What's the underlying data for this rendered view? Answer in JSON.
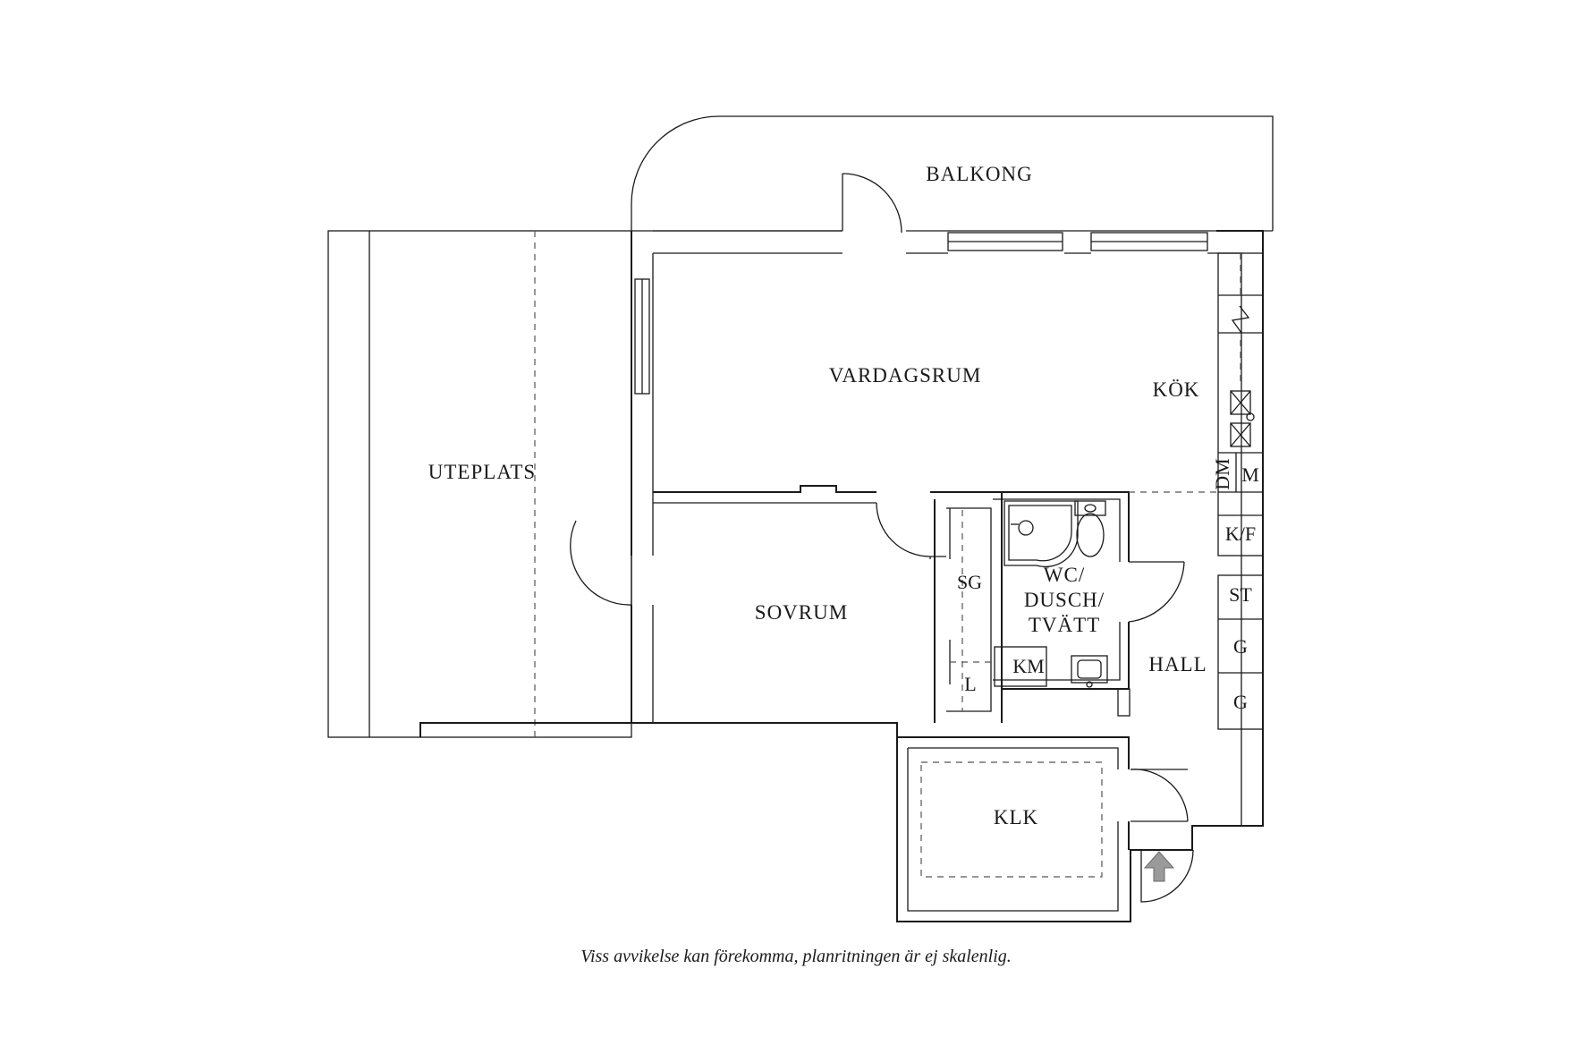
{
  "rooms": {
    "balkong": "BALKONG",
    "uteplats": "UTEPLATS",
    "vardagsrum": "VARDAGSRUM",
    "kok": "KÖK",
    "sovrum": "SOVRUM",
    "wc_line1": "WC/",
    "wc_line2": "DUSCH/",
    "wc_line3": "TVÄTT",
    "hall": "HALL",
    "klk": "KLK"
  },
  "fixtures": {
    "sg": "SG",
    "l": "L",
    "km": "KM",
    "dm": "DM",
    "m": "M",
    "kf": "K/F",
    "st": "ST",
    "g1": "G",
    "g2": "G"
  },
  "disclaimer": "Viss avvikelse kan förekomma, planritningen är ej skalenlig.",
  "colors": {
    "lines": "#1a1a1a",
    "entrance_arrow": "#9a9a9a",
    "background": "#ffffff"
  }
}
